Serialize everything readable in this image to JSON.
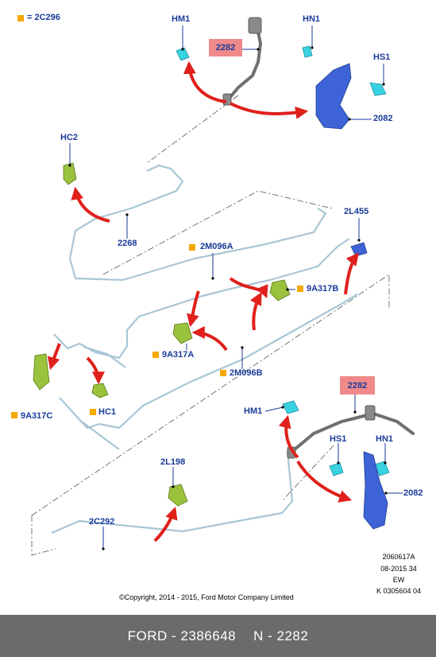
{
  "legend": {
    "text": "= 2C296",
    "color": "#f5a800"
  },
  "labels": {
    "hm1_top": "HM1",
    "hn1_top": "HN1",
    "hs1_top": "HS1",
    "n2282_top": "2282",
    "n2082_top": "2082",
    "hc2": "HC2",
    "n2268": "2268",
    "n2l455": "2L455",
    "n2m096a": "2M096A",
    "n9a317b": "9A317B",
    "n9a317a": "9A317A",
    "n2m096b": "2M096B",
    "n9a317c": "9A317C",
    "hc1": "HC1",
    "n2282_bottom": "2282",
    "hm1_bottom": "HM1",
    "hs1_bottom": "HS1",
    "hn1_bottom": "HN1",
    "n2082_bottom": "2082",
    "n2l198": "2L198",
    "n2c292": "2C292"
  },
  "meta": {
    "line1": "2060617A",
    "line2": "08-2015 34",
    "line3": "EW",
    "line4": "K 0305604 04",
    "copyright": "©Copyright, 2014 - 2015, Ford Motor Company Limited"
  },
  "footer": {
    "left": "FORD - 2386648",
    "right": "N - 2282"
  },
  "colors": {
    "label": "#1a3b9a",
    "arrow": "#e0201b",
    "tube": "#a9c6d6",
    "clip_green": "#9ac23c",
    "clip_cyan": "#39d2e2",
    "bracket_blue": "#3d63d6",
    "hose": "#6f6f6f",
    "highlight": "#f08a8a",
    "footer_bg": "#6b6b6b"
  }
}
